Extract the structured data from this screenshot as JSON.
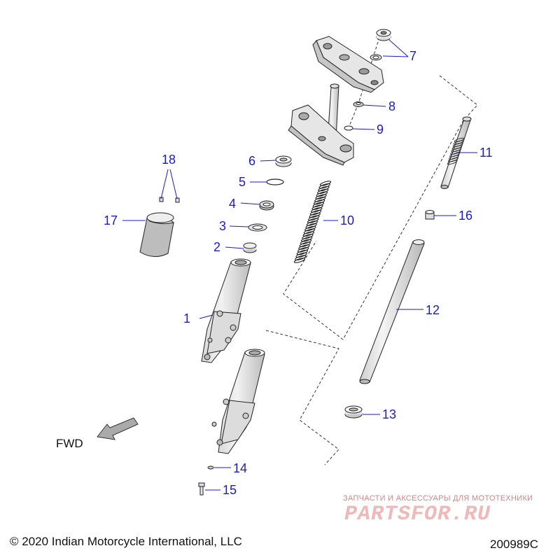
{
  "callouts": {
    "c1": "1",
    "c2": "2",
    "c3": "3",
    "c4": "4",
    "c5": "5",
    "c6": "6",
    "c7": "7",
    "c8": "8",
    "c9": "9",
    "c10": "10",
    "c11": "11",
    "c12": "12",
    "c13": "13",
    "c14": "14",
    "c15": "15",
    "c16": "16",
    "c17": "17",
    "c18": "18"
  },
  "direction_label": "FWD",
  "copyright": "© 2020 Indian Motorcycle International, LLC",
  "figure_id": "200989C",
  "watermark": {
    "tagline": "ЗАПЧАСТИ И АКСЕССУАРЫ ДЛЯ МОТОТЕХНИКИ",
    "brand": "PARTSFOR.RU"
  },
  "colors": {
    "callout_text": "#1a1ad0",
    "line": "#222222",
    "part_fill": "#eeeeee",
    "part_shade": "#c8c8c8",
    "watermark": "#f0b8b8"
  }
}
